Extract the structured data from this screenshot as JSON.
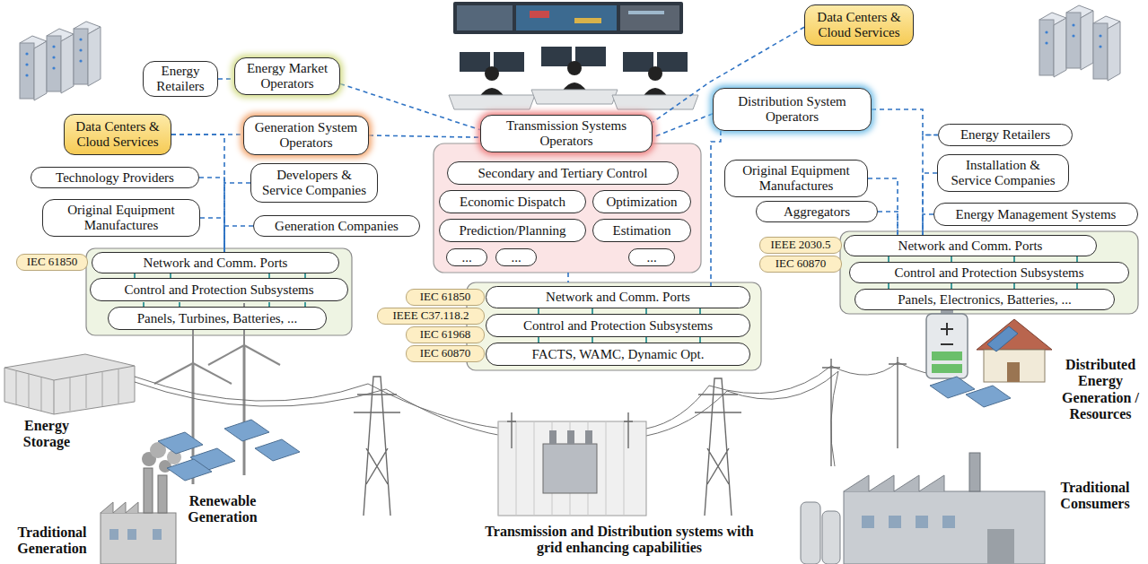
{
  "diagram": {
    "nodes": [
      {
        "text": [
          "Energy Retailers"
        ]
      },
      {
        "text": [
          "Energy Market Operators"
        ]
      },
      {
        "text": [
          "Data Centers & Cloud Services"
        ]
      },
      {
        "text": [
          "Generation System Operators"
        ]
      },
      {
        "text": [
          "Technology Providers"
        ]
      },
      {
        "text": [
          "Developers & Service Companies"
        ]
      },
      {
        "text": [
          "Original Equipment Manufactures"
        ]
      },
      {
        "text": [
          "Generation Companies"
        ]
      },
      {
        "text": [
          "IEC 61850"
        ]
      },
      {
        "text": [
          "Network and Comm. Ports"
        ]
      },
      {
        "text": [
          "Control and Protection Subsystems"
        ]
      },
      {
        "text": [
          "Panels, Turbines, Batteries, ..."
        ]
      },
      {
        "text": [
          "Transmission Systems Operators"
        ]
      },
      {
        "text": [
          "Secondary and Tertiary Control"
        ]
      },
      {
        "text": [
          "Economic Dispatch"
        ]
      },
      {
        "text": [
          "Optimization"
        ]
      },
      {
        "text": [
          "Prediction/Planning"
        ]
      },
      {
        "text": [
          "Estimation"
        ]
      },
      {
        "text": [
          "..."
        ]
      },
      {
        "text": [
          "..."
        ]
      },
      {
        "text": [
          "..."
        ]
      },
      {
        "text": [
          "IEC 61850"
        ]
      },
      {
        "text": [
          "IEEE C37.118.2"
        ]
      },
      {
        "text": [
          "IEC 61968"
        ]
      },
      {
        "text": [
          "IEC 60870"
        ]
      },
      {
        "text": [
          "Network and Comm. Ports"
        ]
      },
      {
        "text": [
          "Control and Protection Subsystems"
        ]
      },
      {
        "text": [
          "FACTS, WAMC, Dynamic Opt."
        ]
      },
      {
        "text": [
          "Data Centers & Cloud Services"
        ]
      },
      {
        "text": [
          "Distribution System Operators"
        ]
      },
      {
        "text": [
          "Energy Retailers"
        ]
      },
      {
        "text": [
          "Original Equipment Manufactures"
        ]
      },
      {
        "text": [
          "Installation & Service Companies"
        ]
      },
      {
        "text": [
          "Energy Management Systems"
        ]
      },
      {
        "text": [
          "Aggregators"
        ]
      },
      {
        "text": [
          "IEEE 2030.5"
        ]
      },
      {
        "text": [
          "IEC 60870"
        ]
      },
      {
        "text": [
          "Network and Comm. Ports"
        ]
      },
      {
        "text": [
          "Control and Protection Subsystems"
        ]
      },
      {
        "text": [
          "Panels, Electronics, Batteries, ..."
        ]
      }
    ],
    "edges": [
      {
        "from": 0,
        "to": 1,
        "arrow": "none"
      },
      {
        "from": 1,
        "to": 12,
        "arrow": "none"
      },
      {
        "from": 2,
        "to": 3,
        "arrow": "none"
      },
      {
        "from": 3,
        "to": 12,
        "arrow": "none"
      },
      {
        "from": 2,
        "to": 9,
        "arrow": "none"
      },
      {
        "from": 4,
        "to": 9,
        "arrow": "none"
      },
      {
        "from": 5,
        "to": 9,
        "arrow": "none"
      },
      {
        "from": 6,
        "to": 9,
        "arrow": "none"
      },
      {
        "from": 7,
        "to": 9,
        "arrow": "none"
      },
      {
        "from": 28,
        "to": 12,
        "arrow": "none"
      },
      {
        "from": 29,
        "to": 12,
        "arrow": "none"
      },
      {
        "from": 29,
        "to": 25,
        "arrow": "none"
      },
      {
        "from": 29,
        "to": 30,
        "arrow": "none"
      },
      {
        "from": 30,
        "to": 37,
        "arrow": "none"
      },
      {
        "from": 32,
        "to": 37,
        "arrow": "none"
      },
      {
        "from": 33,
        "to": 37,
        "arrow": "none"
      },
      {
        "from": 31,
        "to": 37,
        "arrow": "none"
      },
      {
        "from": 34,
        "to": 37,
        "arrow": "none"
      }
    ],
    "labels": [
      "Energy Storage",
      "Traditional Generation",
      "Renewable Generation",
      "Transmission and Distribution systems with grid enhancing capabilities",
      "Distributed Energy Generation / Resources",
      "Traditional Consumers"
    ]
  }
}
